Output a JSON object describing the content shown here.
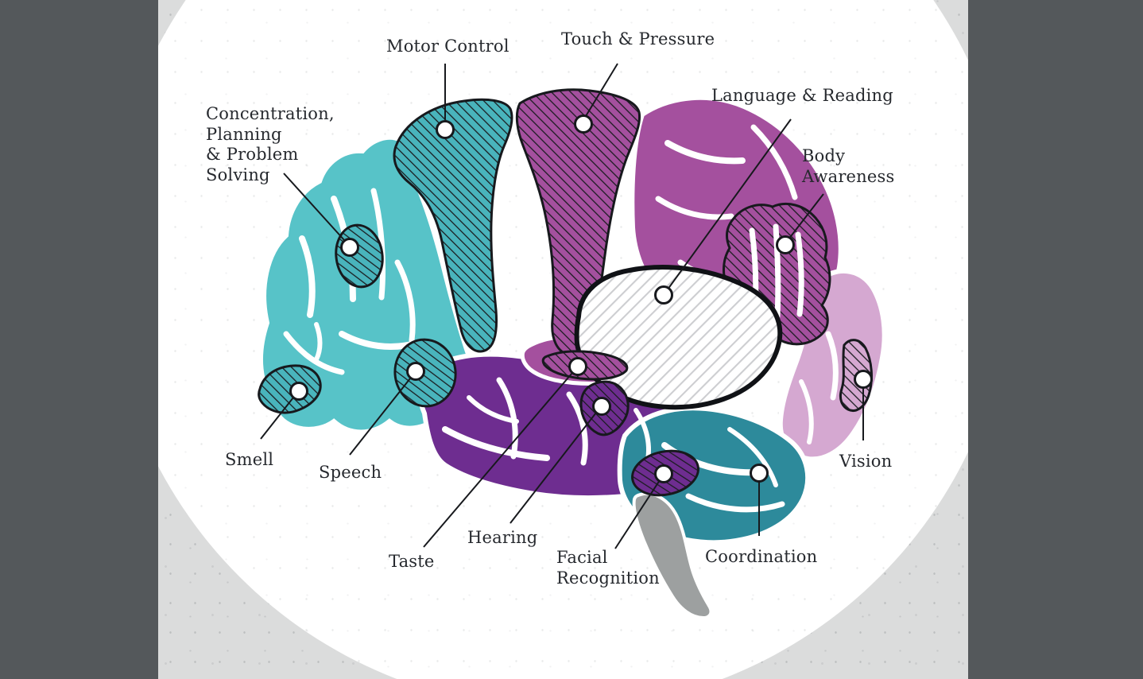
{
  "illustration": {
    "regions": [
      {
        "id": "motor",
        "label": "Motor Control"
      },
      {
        "id": "touch",
        "label": "Touch & Pressure"
      },
      {
        "id": "language",
        "label": "Language & Reading"
      },
      {
        "id": "body_awareness",
        "label": "Body\nAwareness"
      },
      {
        "id": "concentration",
        "label": "Concentration,\nPlanning\n& Problem\nSolving"
      },
      {
        "id": "smell",
        "label": "Smell"
      },
      {
        "id": "speech",
        "label": "Speech"
      },
      {
        "id": "taste",
        "label": "Taste"
      },
      {
        "id": "hearing",
        "label": "Hearing"
      },
      {
        "id": "facial",
        "label": "Facial\nRecognition"
      },
      {
        "id": "coordination",
        "label": "Coordination"
      },
      {
        "id": "vision",
        "label": "Vision"
      }
    ],
    "palette": {
      "frontal_lobe": "#57c3c8",
      "hatched_teal": "#49b4bc",
      "parietal_lobe": "#a4509e",
      "occipital_lobe": "#d5a8d1",
      "temporal_lobe": "#6e2d90",
      "cerebellum": "#2d8a9b",
      "brainstem": "#9da0a0",
      "sylvian_fill": "#ffffff",
      "outline": "#17191d",
      "label_text": "#26292e",
      "viewer_chrome": "#54585b",
      "page_gray": "#dbdcdc",
      "spotlight": "#ffffff"
    }
  }
}
